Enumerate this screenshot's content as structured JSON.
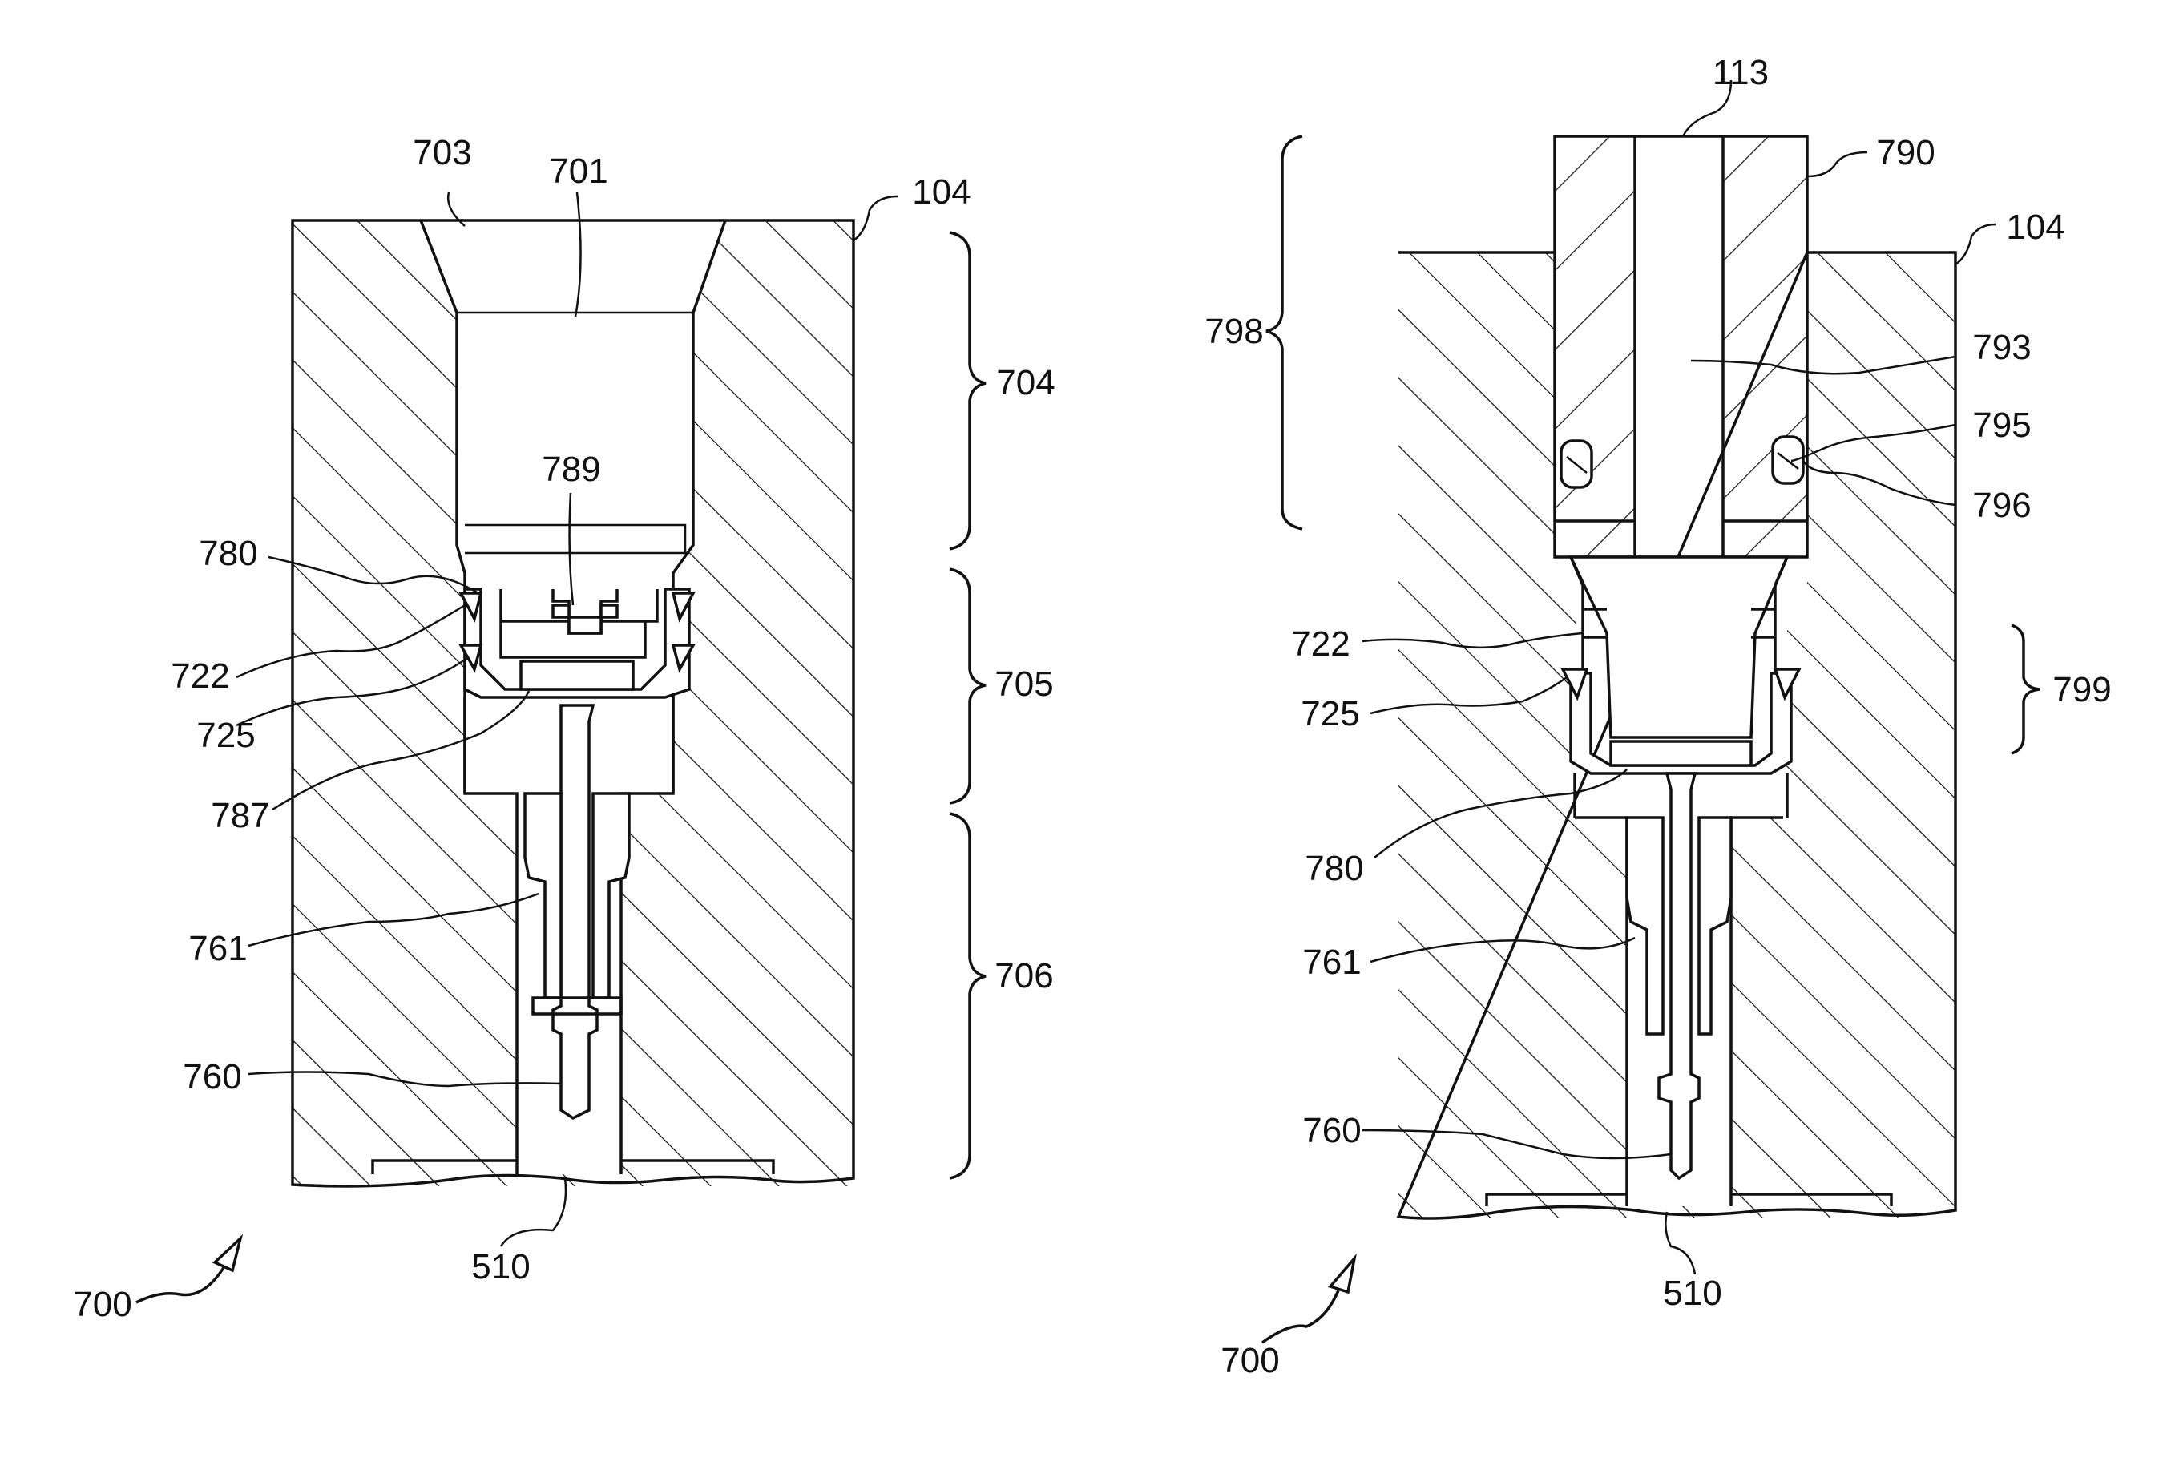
{
  "colors": {
    "line": "#111111",
    "background": "#ffffff"
  },
  "left_view": {
    "labels": {
      "l703": "703",
      "l701": "701",
      "l104": "104",
      "l704": "704",
      "l789": "789",
      "l780": "780",
      "l722": "722",
      "l725": "725",
      "l705": "705",
      "l787": "787",
      "l761": "761",
      "l706": "706",
      "l760": "760",
      "l510": "510",
      "l700": "700"
    }
  },
  "right_view": {
    "labels": {
      "l113": "113",
      "l790": "790",
      "l104": "104",
      "l798": "798",
      "l793": "793",
      "l795": "795",
      "l796": "796",
      "l722": "722",
      "l725": "725",
      "l799": "799",
      "l780": "780",
      "l761": "761",
      "l760": "760",
      "l510": "510",
      "l700": "700"
    }
  }
}
